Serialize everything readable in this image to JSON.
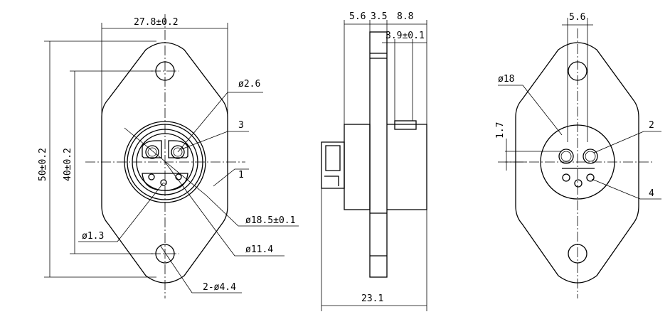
{
  "front_view": {
    "width_dim": "27.8±0.2",
    "height_dim": "50±0.2",
    "hole_spacing_dim": "40±0.2",
    "pin_dia": "ø2.6",
    "small_pin_dia": "ø1.3",
    "outer_dia": "ø18.5±0.1",
    "inner_dia": "ø11.4",
    "mount_holes": "2-ø4.4",
    "callout_3": "3",
    "callout_1": "1"
  },
  "side_view": {
    "dim_a": "5.6",
    "dim_b": "3.5",
    "dim_c": "8.8",
    "dim_d": "3.9±0.1",
    "length_dim": "23.1"
  },
  "rear_view": {
    "top_dim": "5.6",
    "dia": "ø18",
    "offset_dim": "1.7",
    "callout_2": "2",
    "callout_4": "4"
  }
}
